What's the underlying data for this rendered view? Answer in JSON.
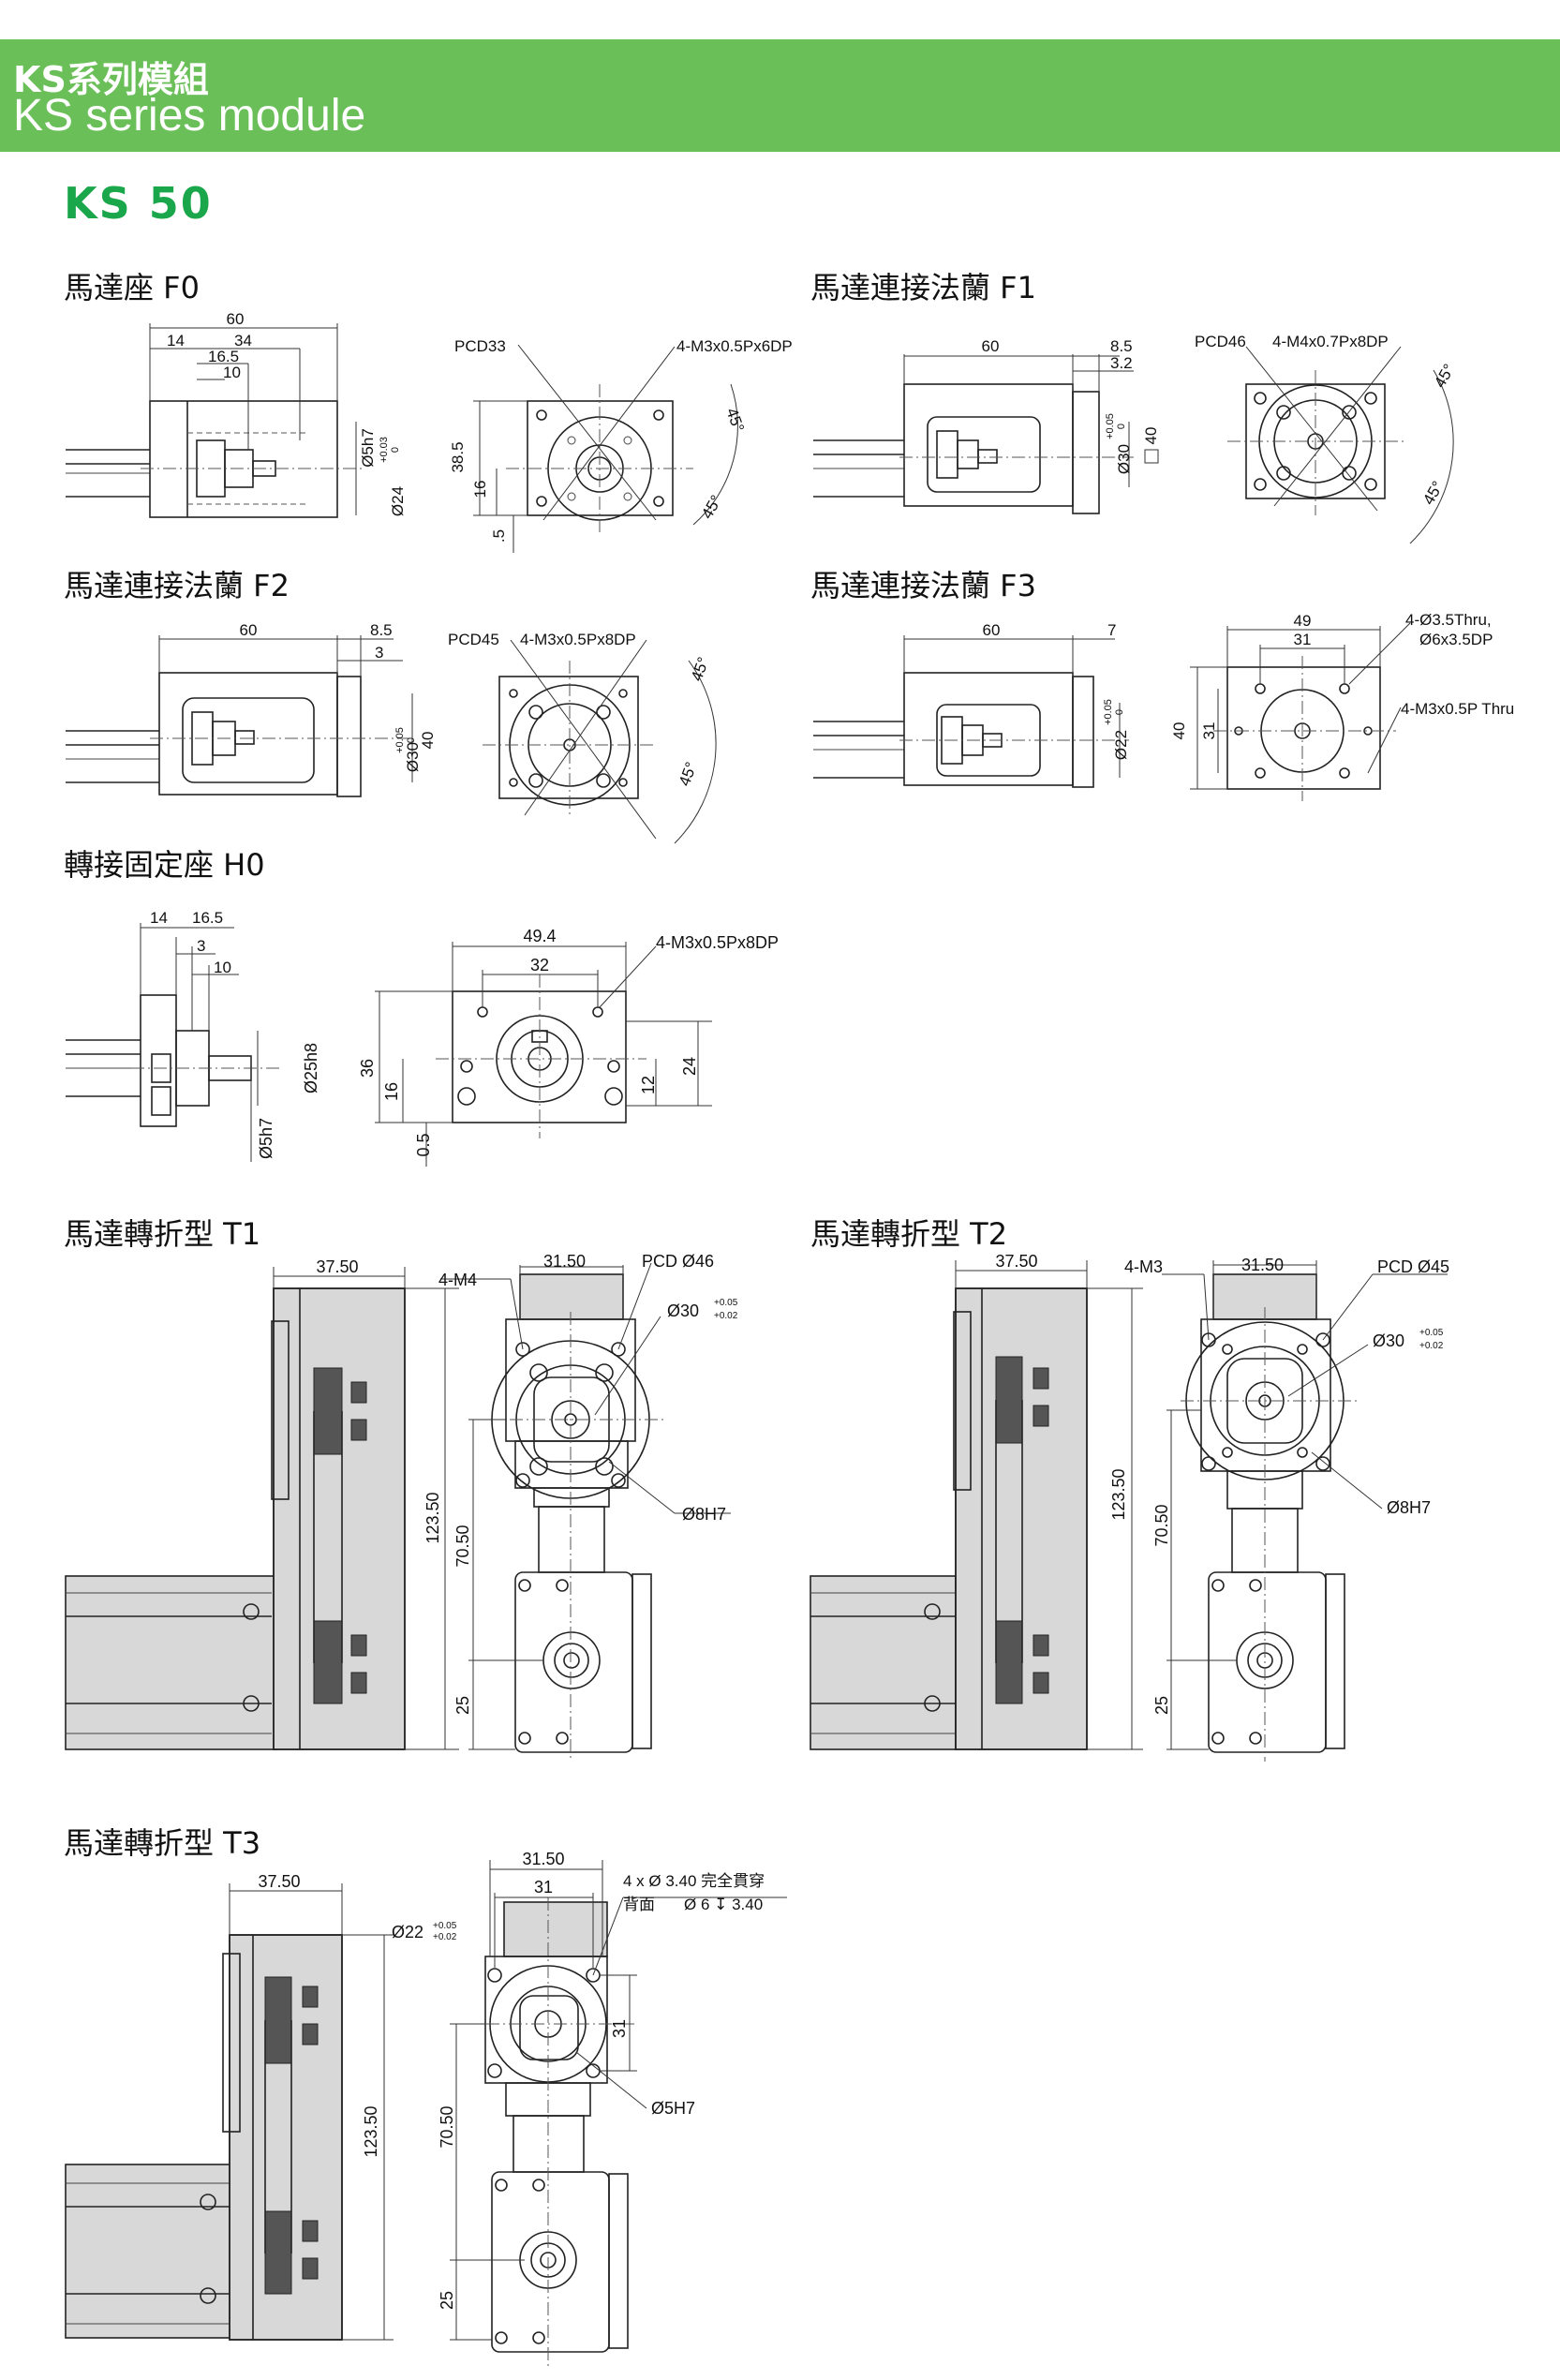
{
  "header": {
    "title_cn": "KS系列模組",
    "title_en": "KS series module",
    "model": "KS 50",
    "banner_color": "#6bbf59",
    "model_color": "#1aa64a"
  },
  "sections": {
    "f0": {
      "title": "馬達座 F0",
      "dims": [
        "60",
        "14",
        "34",
        "16.5",
        "10",
        "Ø5h7",
        "Ø24",
        "+0.03",
        "0",
        "PCD33",
        "4-M3x0.5Px6DP",
        "38.5",
        "16",
        ".5",
        "45°",
        "45°"
      ]
    },
    "f1": {
      "title": "馬達連接法蘭 F1",
      "dims": [
        "60",
        "8.5",
        "3.2",
        "Ø30",
        "+0.05",
        "0",
        "40",
        "PCD46",
        "4-M4x0.7Px8DP",
        "45°",
        "45°"
      ]
    },
    "f2": {
      "title": "馬達連接法蘭 F2",
      "dims": [
        "60",
        "8.5",
        "3",
        "Ø30",
        "+0.05",
        "0",
        "40",
        "PCD45",
        "4-M3x0.5Px8DP",
        "45°",
        "45°"
      ]
    },
    "f3": {
      "title": "馬達連接法蘭 F3",
      "dims": [
        "60",
        "7",
        "Ø22",
        "+0.05",
        "0",
        "49",
        "31",
        "40",
        "31",
        "4-Ø3.5Thru,",
        "Ø6x3.5DP",
        "4-M3x0.5P Thru"
      ]
    },
    "h0": {
      "title": "轉接固定座 H0",
      "dims": [
        "14",
        "16.5",
        "3",
        "10",
        "Ø25h8",
        "Ø5h7",
        "49.4",
        "32",
        "4-M3x0.5Px8DP",
        "36",
        "16",
        "0.5",
        "12",
        "24"
      ]
    },
    "t1": {
      "title": "馬達轉折型 T1",
      "dims": [
        "37.50",
        "4-M4",
        "31.50",
        "PCD Ø46",
        "Ø30",
        "+0.05",
        "+0.02",
        "Ø8H7",
        "123.50",
        "70.50",
        "25"
      ]
    },
    "t2": {
      "title": "馬達轉折型 T2",
      "dims": [
        "37.50",
        "4-M3",
        "31.50",
        "PCD Ø45",
        "Ø30",
        "+0.05",
        "+0.02",
        "Ø8H7",
        "123.50",
        "70.50",
        "25"
      ]
    },
    "t3": {
      "title": "馬達轉折型 T3",
      "dims": [
        "37.50",
        "Ø22",
        "+0.05",
        "+0.02",
        "31.50",
        "31",
        "4 x Ø 3.40 完全貫穿",
        "背面",
        "Ø 6 ↧ 3.40",
        "31",
        "Ø5H7",
        "123.50",
        "70.50",
        "25"
      ]
    }
  }
}
